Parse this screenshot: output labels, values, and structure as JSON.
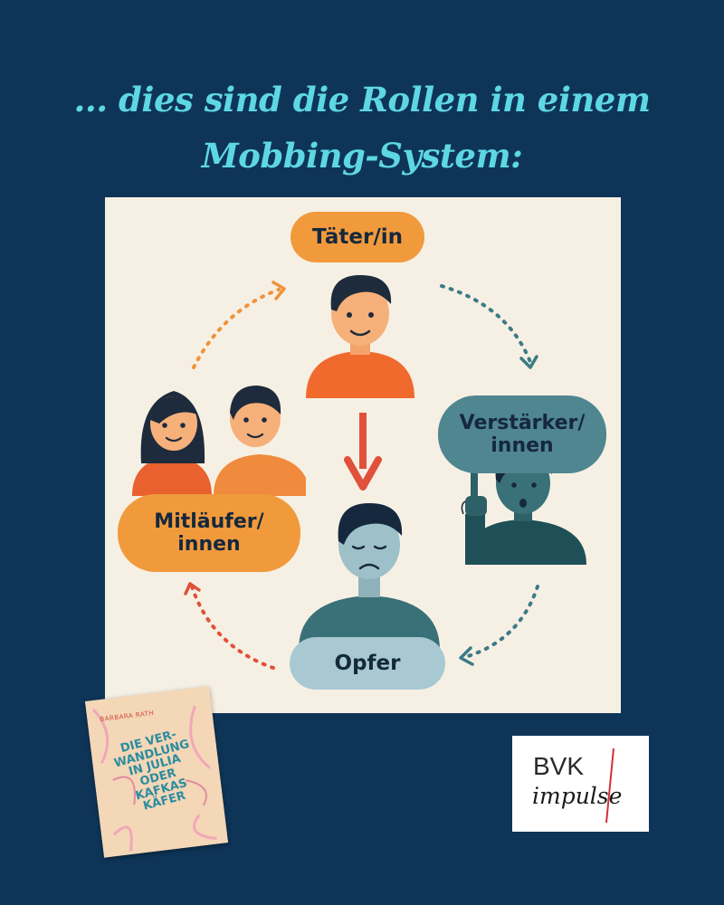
{
  "header": {
    "line1": "... dies sind die Rollen in einem",
    "line2": "Mobbing-System:"
  },
  "diagram": {
    "roles": {
      "taeter": "Täter/in",
      "verstaerker_1": "Verstärker/",
      "verstaerker_2": "innen",
      "mitlaeufer_1": "Mitläufer/",
      "mitlaeufer_2": "innen",
      "opfer": "Opfer"
    },
    "colors": {
      "orange": "#f19a3c",
      "teal": "#4f8690",
      "light_teal": "#a8c9d2",
      "red_arrow": "#e0503a",
      "panel": "#f6f0e4"
    }
  },
  "book": {
    "author": "BARBARA RATH",
    "title_1": "DIE VER-",
    "title_2": "WANDLUNG",
    "title_3": "IN JULIA",
    "title_4": "ODER",
    "title_5": "KAFKAS",
    "title_6": "KÄFER"
  },
  "logo": {
    "brand": "BVK",
    "sub": "impulse"
  }
}
